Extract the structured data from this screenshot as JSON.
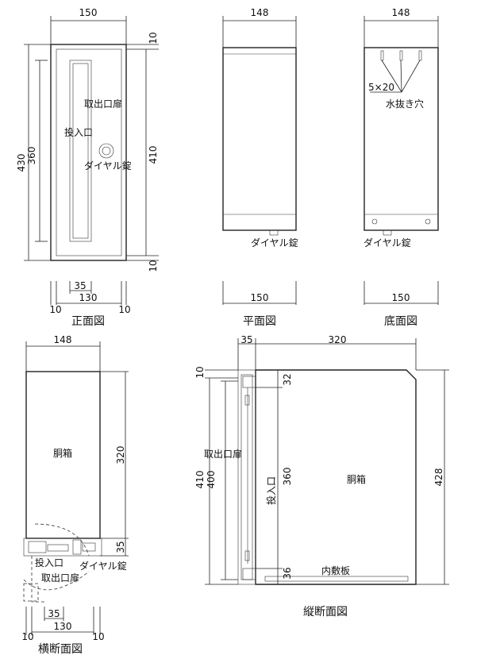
{
  "views": {
    "front": {
      "title": "正面図",
      "labels": {
        "door": "取出口扉",
        "slot": "投入口",
        "lock": "ダイヤル錠"
      },
      "dims": {
        "width": "150",
        "top": "10",
        "bottom": "10",
        "height_outer": "430",
        "height_inner": "360",
        "height_right": "410",
        "slot_w": "35",
        "inner_w": "130",
        "left": "10",
        "right": "10"
      }
    },
    "plan": {
      "title": "平面図",
      "labels": {
        "lock": "ダイヤル錠"
      },
      "dims": {
        "top": "148",
        "bottom": "150"
      }
    },
    "bottom": {
      "title": "底面図",
      "labels": {
        "holes": "5×20",
        "holes_name": "水抜き穴",
        "lock": "ダイヤル錠"
      },
      "dims": {
        "top": "148",
        "bottom": "150"
      }
    },
    "horizontal": {
      "title": "横断面図",
      "labels": {
        "body": "胴箱",
        "slot": "投入口",
        "door": "取出口扉",
        "lock": "ダイヤル錠"
      },
      "dims": {
        "top": "148",
        "depth": "320",
        "door_depth": "35",
        "slot_w": "35",
        "inner_w": "130",
        "left": "10",
        "right": "10"
      }
    },
    "vertical": {
      "title": "縦断面図",
      "labels": {
        "door": "取出口扉",
        "slot": "投入口",
        "body": "胴箱",
        "shelf": "内敷板"
      },
      "dims": {
        "front_depth": "35",
        "depth": "320",
        "top": "10",
        "h410": "410",
        "h400": "400",
        "h360": "360",
        "h32": "32",
        "h36": "36",
        "h428": "428"
      }
    }
  }
}
